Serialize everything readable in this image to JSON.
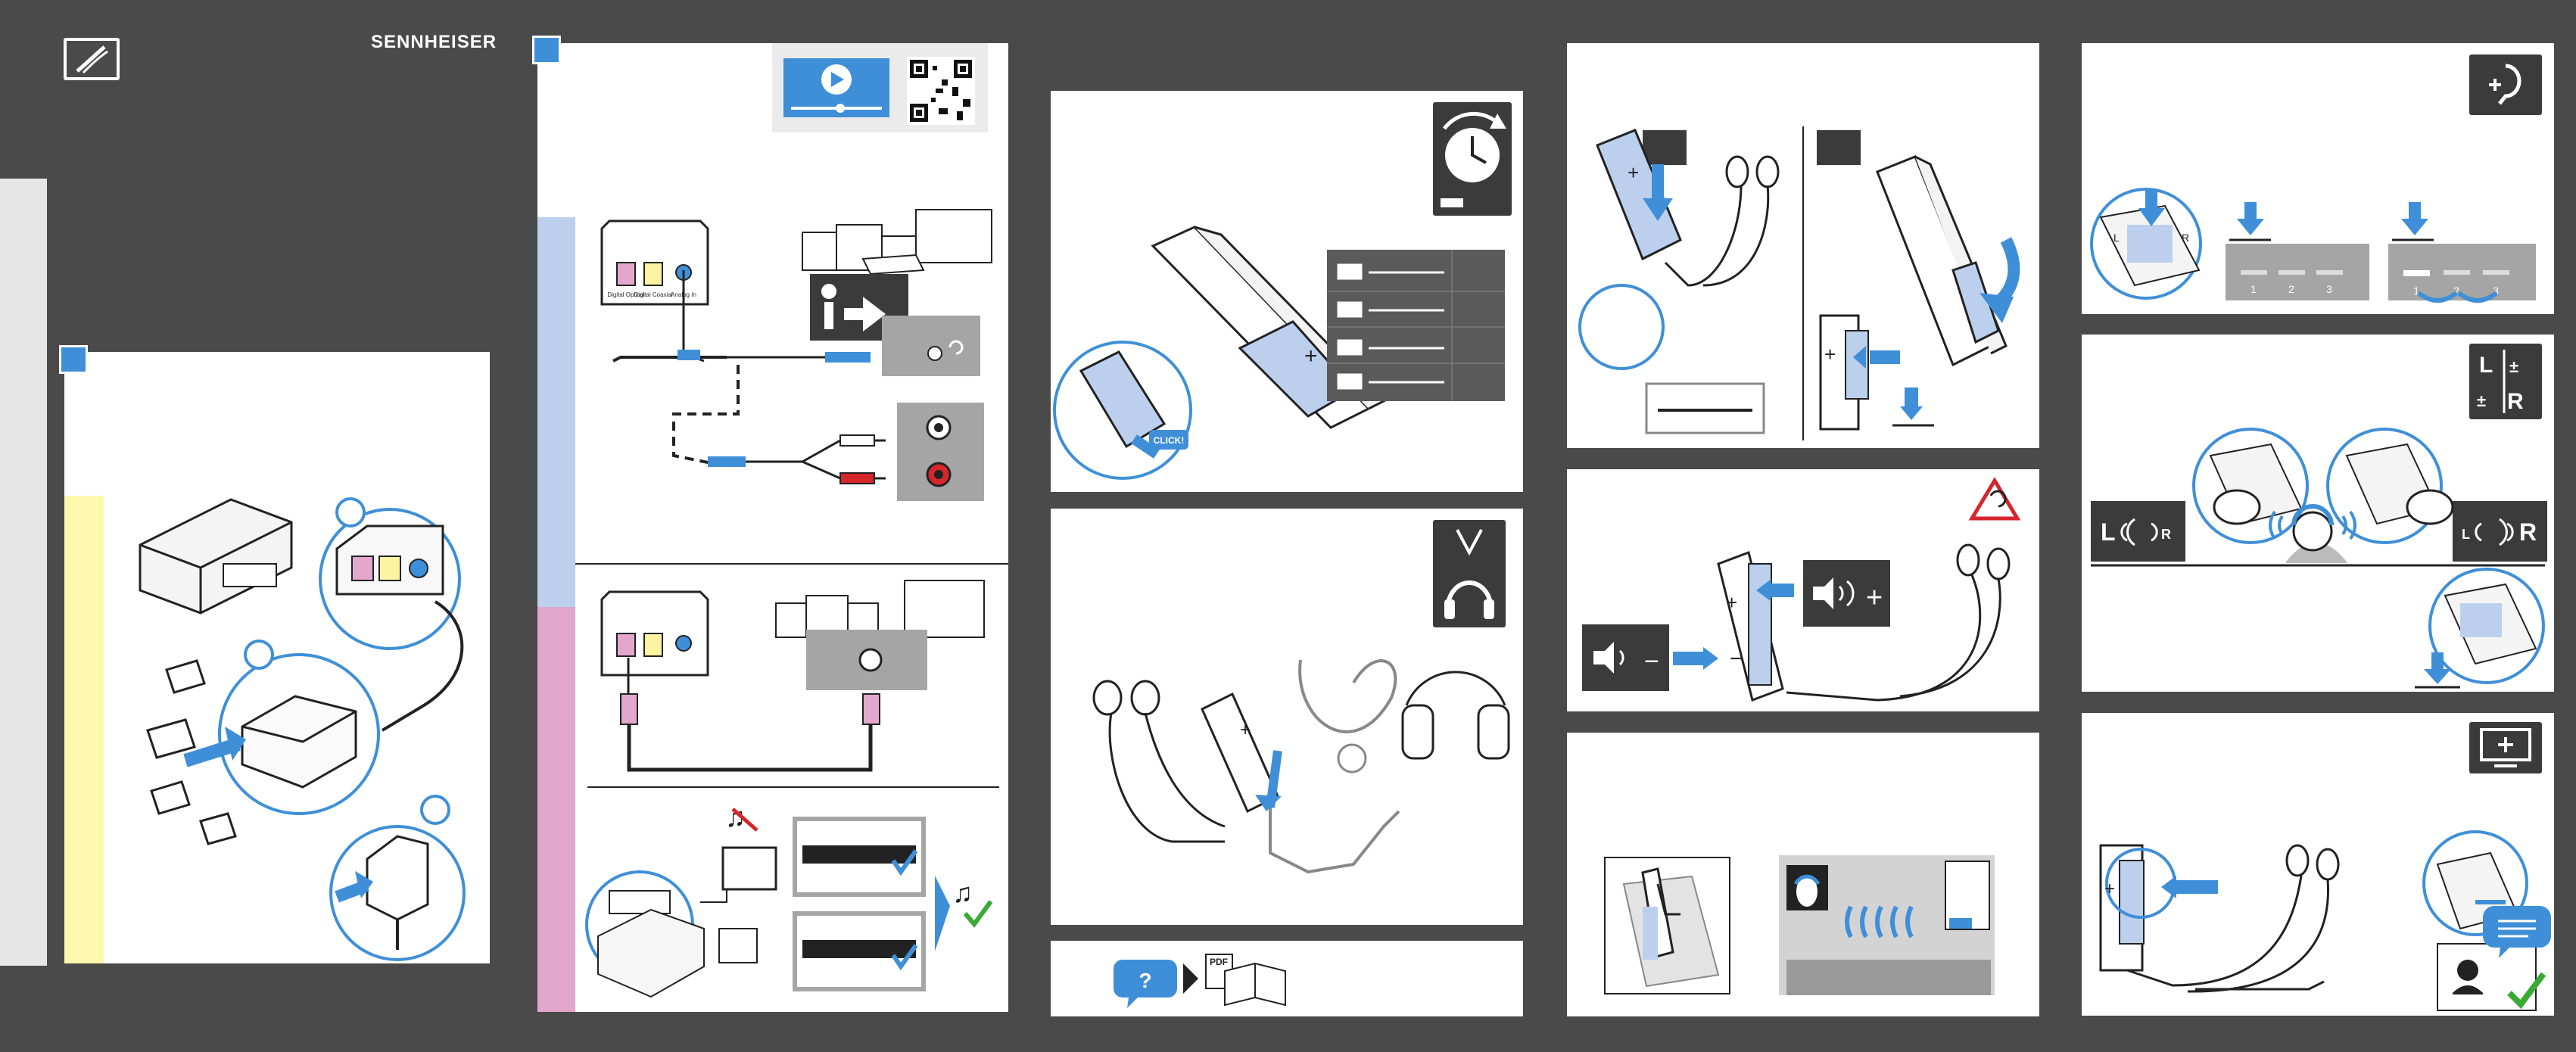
{
  "brand": {
    "name": "SENNHEISER",
    "logo_icon": "sennheiser-logo-icon"
  },
  "colors": {
    "background": "#4a4a4a",
    "accent_blue": "#3f8fd8",
    "light_blue": "#bcd0ee",
    "pink": "#e3a7ce",
    "yellow": "#fdf8ad",
    "icon_dark": "#3b3b3b",
    "green_check": "#3aaa35"
  },
  "connector_labels": {
    "digital_optical": "Digital Optical",
    "digital_coaxial": "Digital Coaxial",
    "analog": "Analog In"
  },
  "tv_panel_labels": {
    "click": "CLICK!",
    "pdf": "PDF",
    "question": "?"
  },
  "level_labels": [
    "1",
    "2",
    "3"
  ],
  "balance_labels": {
    "left": "L",
    "right": "R"
  },
  "volume_symbols": {
    "plus": "+",
    "minus": "−"
  },
  "icons": [
    "qr-code-icon",
    "video-play-icon",
    "info-icon",
    "clock-icon",
    "headphones-icon",
    "warning-ear-icon",
    "ear-plus-icon",
    "balance-lr-icon",
    "tv-plus-icon",
    "no-music-icon",
    "music-check-icon",
    "check-icon",
    "speech-bubble-icon"
  ]
}
